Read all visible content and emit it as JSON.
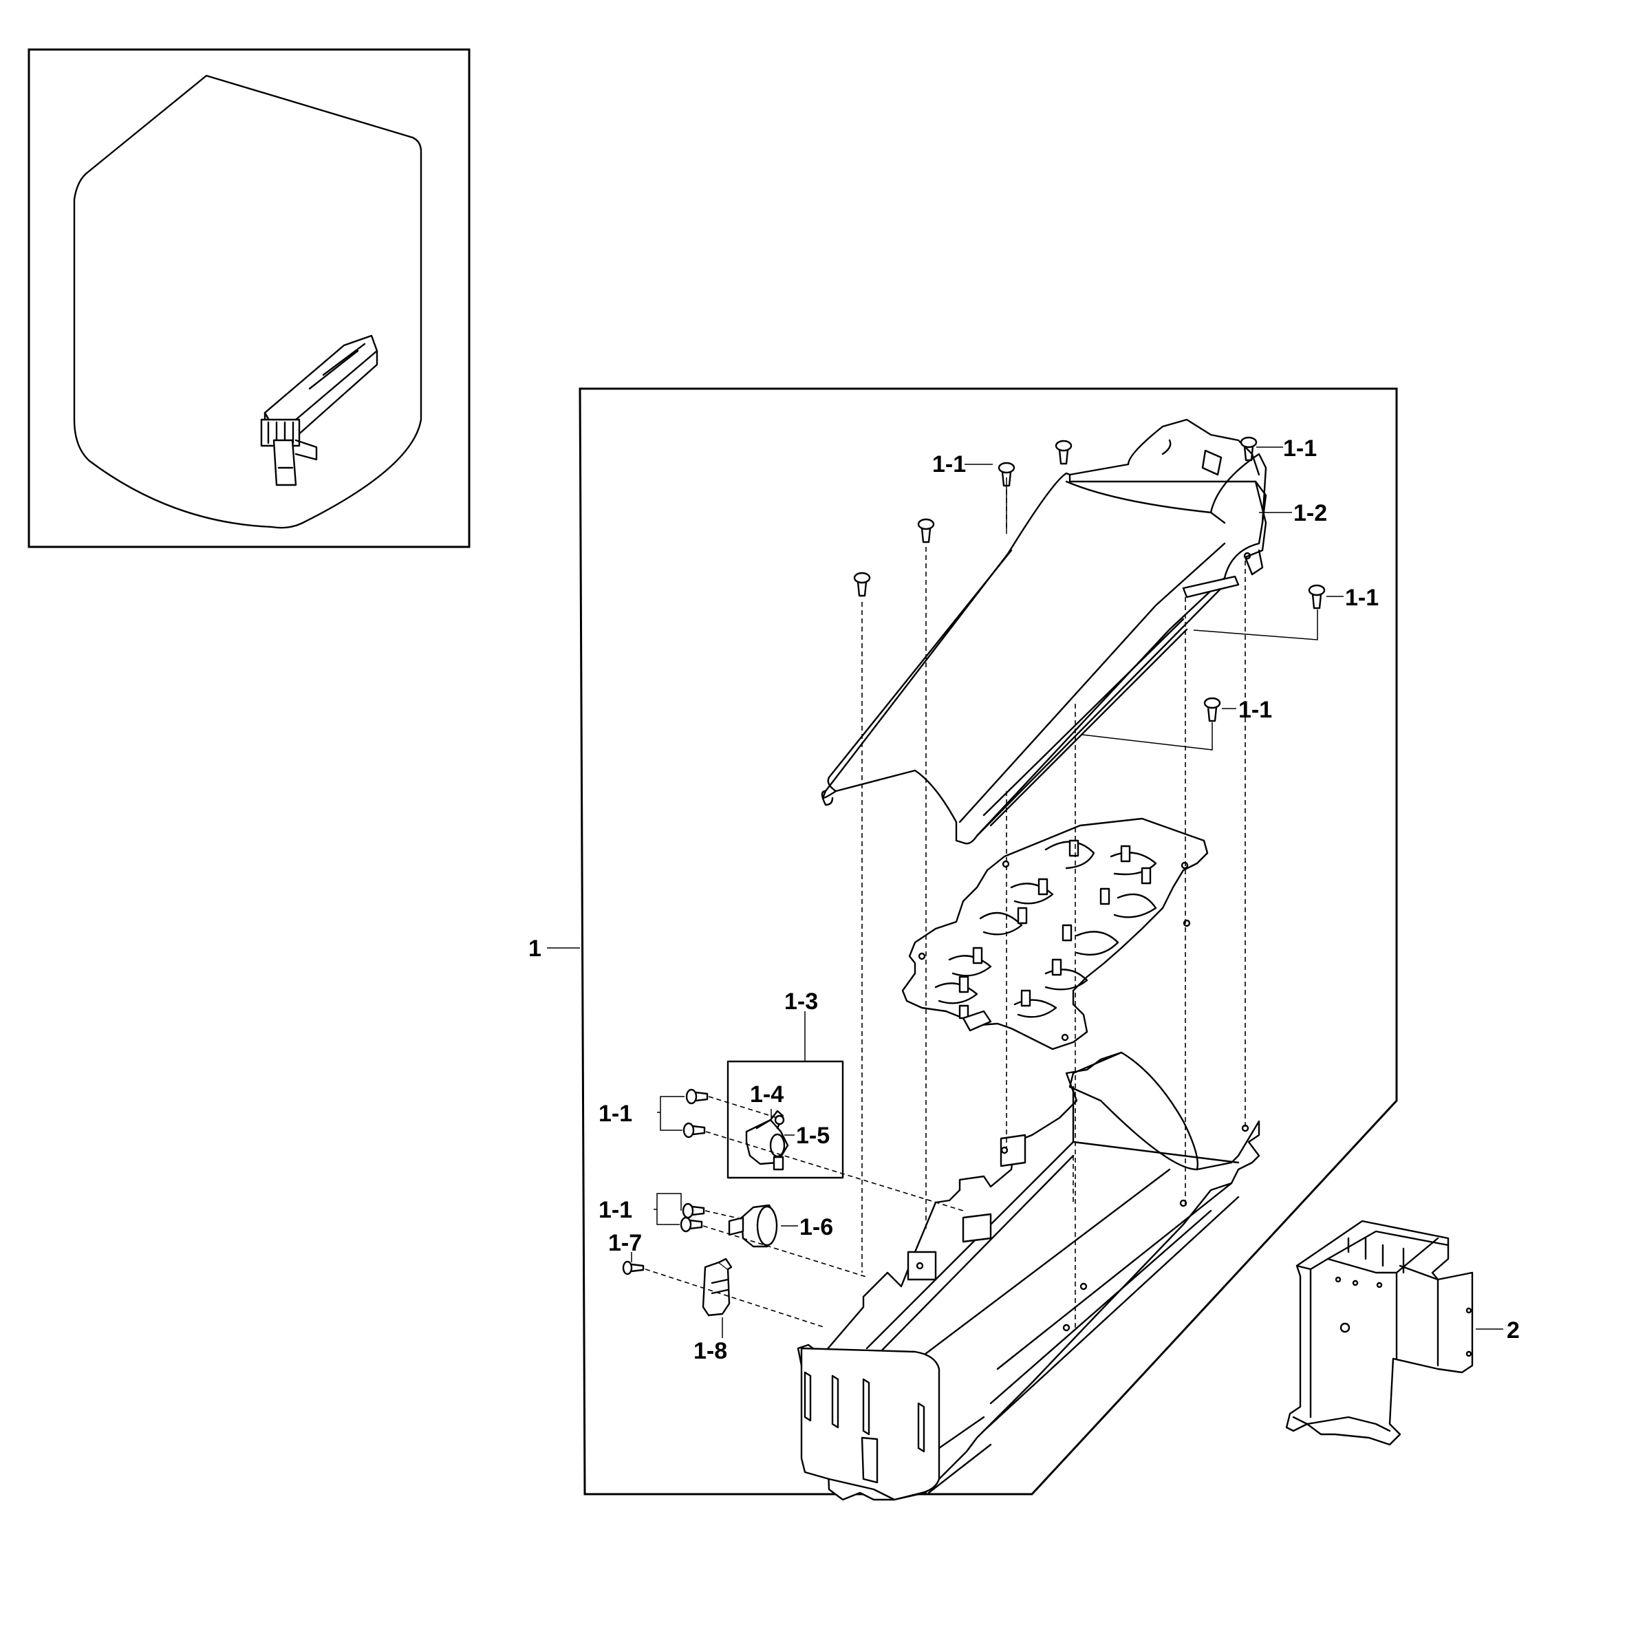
{
  "labels": {
    "assembly": "1",
    "screw_top_left": "1-1",
    "screw_top_right": "1-1",
    "cover": "1-2",
    "screw_right_upper": "1-1",
    "screw_right_lower": "1-1",
    "thermostat_bracket_group": "1-3",
    "part_1_4": "1-4",
    "part_1_5": "1-5",
    "screw_group_upper": "1-1",
    "screw_group_lower": "1-1",
    "thermostat": "1-6",
    "screw_1_7": "1-7",
    "connector": "1-8",
    "bracket": "2"
  }
}
